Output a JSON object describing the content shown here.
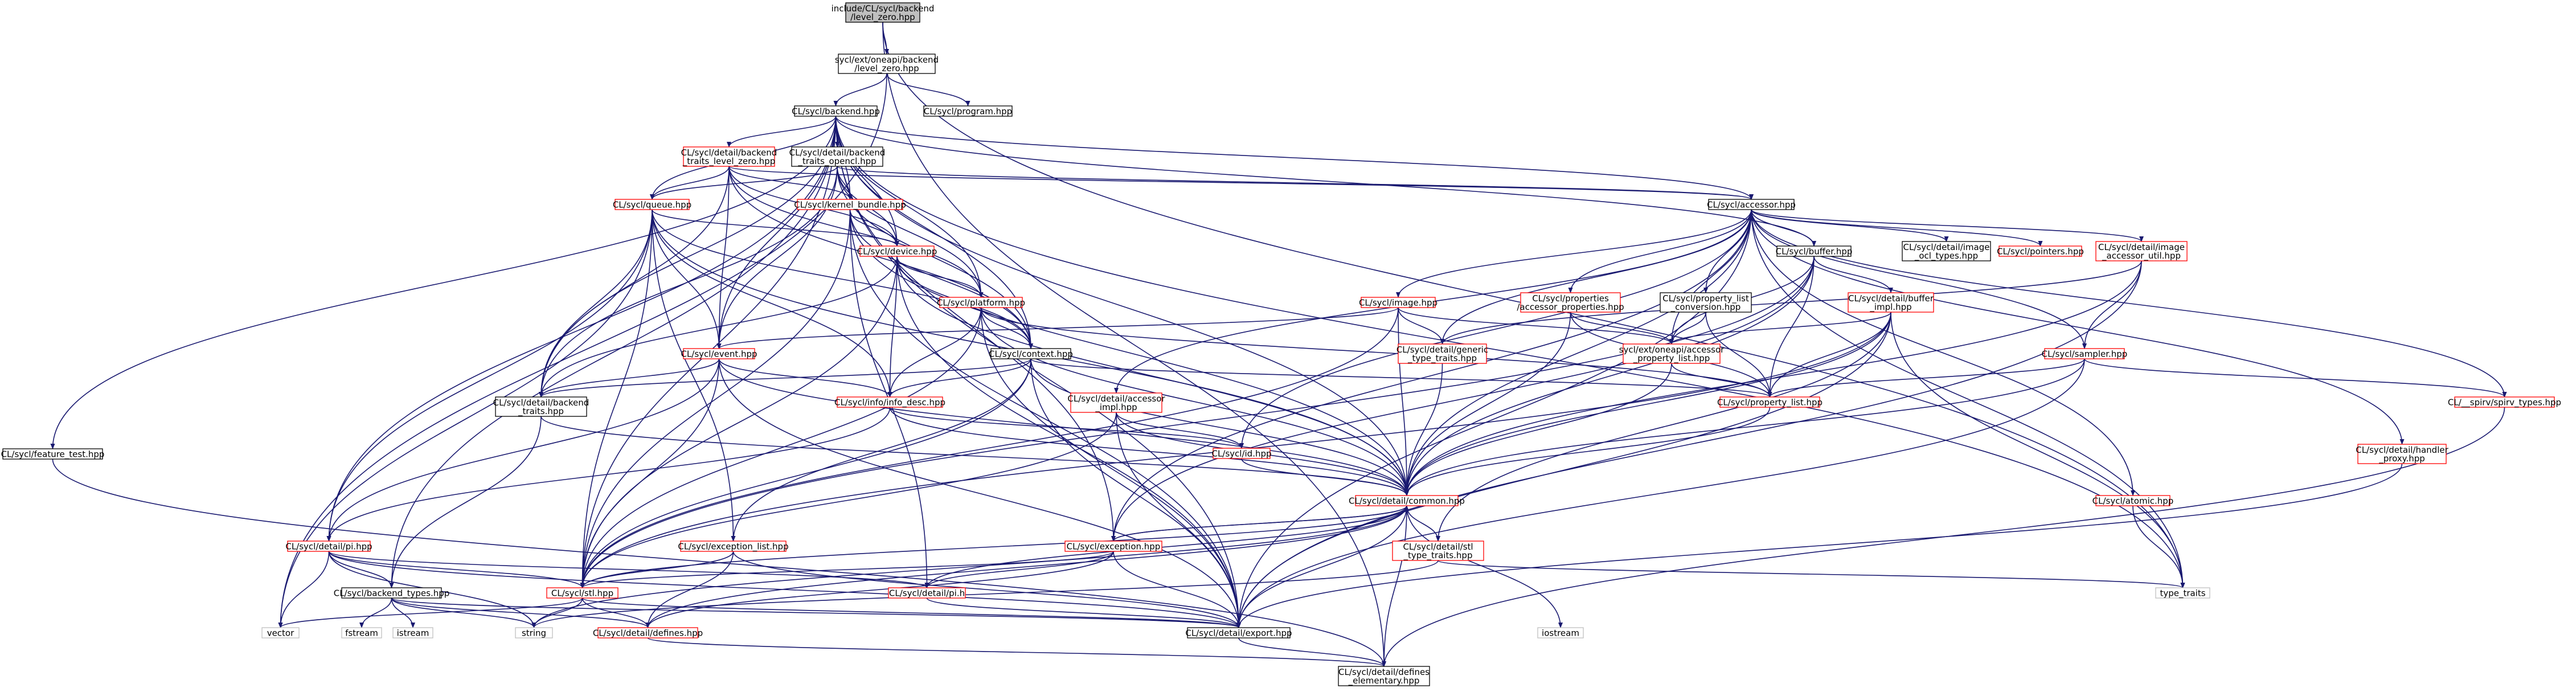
{
  "colors": {
    "edge": "#191970",
    "node_border_black": "#000000",
    "node_border_red": "#ff0000",
    "node_border_grey": "#bfbfbf",
    "node_fill": "#ffffff",
    "root_fill": "#bfbfbf",
    "text": "#000000"
  },
  "nodes": [
    {
      "id": "root",
      "style": "root",
      "lines": [
        "include/CL/sycl/backend",
        "/level_zero.hpp"
      ]
    },
    {
      "id": "ext_lz",
      "style": "black",
      "lines": [
        "sycl/ext/oneapi/backend",
        "/level_zero.hpp"
      ]
    },
    {
      "id": "backend",
      "style": "black",
      "lines": [
        "CL/sycl/backend.hpp"
      ]
    },
    {
      "id": "program",
      "style": "black",
      "lines": [
        "CL/sycl/program.hpp"
      ]
    },
    {
      "id": "bt_lz",
      "style": "red",
      "lines": [
        "CL/sycl/detail/backend",
        "_traits_level_zero.hpp"
      ]
    },
    {
      "id": "bt_ocl",
      "style": "black",
      "lines": [
        "CL/sycl/detail/backend",
        "_traits_opencl.hpp"
      ]
    },
    {
      "id": "queue",
      "style": "red",
      "lines": [
        "CL/sycl/queue.hpp"
      ]
    },
    {
      "id": "kernel_bundle",
      "style": "red",
      "lines": [
        "CL/sycl/kernel_bundle.hpp"
      ]
    },
    {
      "id": "accessor",
      "style": "black",
      "lines": [
        "CL/sycl/accessor.hpp"
      ]
    },
    {
      "id": "device",
      "style": "red",
      "lines": [
        "CL/sycl/device.hpp"
      ]
    },
    {
      "id": "buffer",
      "style": "black",
      "lines": [
        "CL/sycl/buffer.hpp"
      ]
    },
    {
      "id": "image_ocl",
      "style": "black",
      "lines": [
        "CL/sycl/detail/image",
        "_ocl_types.hpp"
      ]
    },
    {
      "id": "pointers",
      "style": "red",
      "lines": [
        "CL/sycl/pointers.hpp"
      ]
    },
    {
      "id": "img_acc_util",
      "style": "red",
      "lines": [
        "CL/sycl/detail/image",
        "_accessor_util.hpp"
      ]
    },
    {
      "id": "platform",
      "style": "red",
      "lines": [
        "CL/sycl/platform.hpp"
      ]
    },
    {
      "id": "image",
      "style": "red",
      "lines": [
        "CL/sycl/image.hpp"
      ]
    },
    {
      "id": "prop_acc",
      "style": "red",
      "lines": [
        "CL/sycl/properties",
        "/accessor_properties.hpp"
      ]
    },
    {
      "id": "plist_conv",
      "style": "black",
      "lines": [
        "CL/sycl/property_list",
        "_conversion.hpp"
      ]
    },
    {
      "id": "buffer_impl",
      "style": "red",
      "lines": [
        "CL/sycl/detail/buffer",
        "_impl.hpp"
      ]
    },
    {
      "id": "event",
      "style": "red",
      "lines": [
        "CL/sycl/event.hpp"
      ]
    },
    {
      "id": "context",
      "style": "black",
      "lines": [
        "CL/sycl/context.hpp"
      ]
    },
    {
      "id": "generic_tt",
      "style": "red",
      "lines": [
        "CL/sycl/detail/generic",
        "_type_traits.hpp"
      ]
    },
    {
      "id": "ext_acc_plist",
      "style": "red",
      "lines": [
        "sycl/ext/oneapi/accessor",
        "_property_list.hpp"
      ]
    },
    {
      "id": "sampler",
      "style": "red",
      "lines": [
        "CL/sycl/sampler.hpp"
      ]
    },
    {
      "id": "feature_test",
      "style": "black",
      "lines": [
        "CL/sycl/feature_test.hpp"
      ]
    },
    {
      "id": "backend_traits",
      "style": "black",
      "lines": [
        "CL/sycl/detail/backend",
        "_traits.hpp"
      ]
    },
    {
      "id": "info_desc",
      "style": "red",
      "lines": [
        "CL/sycl/info/info_desc.hpp"
      ]
    },
    {
      "id": "acc_impl",
      "style": "red",
      "lines": [
        "CL/sycl/detail/accessor",
        "_impl.hpp"
      ]
    },
    {
      "id": "property_list",
      "style": "red",
      "lines": [
        "CL/sycl/property_list.hpp"
      ]
    },
    {
      "id": "spirv_types",
      "style": "red",
      "lines": [
        "CL/__spirv/spirv_types.hpp"
      ]
    },
    {
      "id": "handler_proxy",
      "style": "red",
      "lines": [
        "CL/sycl/detail/handler",
        "_proxy.hpp"
      ]
    },
    {
      "id": "id",
      "style": "red",
      "lines": [
        "CL/sycl/id.hpp"
      ]
    },
    {
      "id": "common",
      "style": "red",
      "lines": [
        "CL/sycl/detail/common.hpp"
      ]
    },
    {
      "id": "atomic",
      "style": "red",
      "lines": [
        "CL/sycl/atomic.hpp"
      ]
    },
    {
      "id": "pi_hpp",
      "style": "red",
      "lines": [
        "CL/sycl/detail/pi.hpp"
      ]
    },
    {
      "id": "exception",
      "style": "red",
      "lines": [
        "CL/sycl/exception.hpp"
      ]
    },
    {
      "id": "exc_list",
      "style": "red",
      "lines": [
        "CL/sycl/exception_list.hpp"
      ]
    },
    {
      "id": "stl_tt",
      "style": "red",
      "lines": [
        "CL/sycl/detail/stl",
        "_type_traits.hpp"
      ]
    },
    {
      "id": "backend_types",
      "style": "black",
      "lines": [
        "CL/sycl/backend_types.hpp"
      ]
    },
    {
      "id": "stl",
      "style": "red",
      "lines": [
        "CL/sycl/stl.hpp"
      ]
    },
    {
      "id": "pi_h",
      "style": "red",
      "lines": [
        "CL/sycl/detail/pi.h"
      ]
    },
    {
      "id": "type_traits",
      "style": "grey",
      "lines": [
        "type_traits"
      ]
    },
    {
      "id": "vector",
      "style": "grey",
      "lines": [
        "vector"
      ]
    },
    {
      "id": "fstream",
      "style": "grey",
      "lines": [
        "fstream"
      ]
    },
    {
      "id": "istream",
      "style": "grey",
      "lines": [
        "istream"
      ]
    },
    {
      "id": "string",
      "style": "grey",
      "lines": [
        "string"
      ]
    },
    {
      "id": "defines",
      "style": "red",
      "lines": [
        "CL/sycl/detail/defines.hpp"
      ]
    },
    {
      "id": "export",
      "style": "black",
      "lines": [
        "CL/sycl/detail/export.hpp"
      ]
    },
    {
      "id": "iostream",
      "style": "grey",
      "lines": [
        "iostream"
      ]
    },
    {
      "id": "defines_elem",
      "style": "black",
      "lines": [
        "CL/sycl/detail/defines",
        "_elementary.hpp"
      ]
    }
  ],
  "edges": [
    [
      "root",
      "ext_lz"
    ],
    [
      "root",
      "defines_elem"
    ],
    [
      "root",
      "type_traits"
    ],
    [
      "ext_lz",
      "backend"
    ],
    [
      "ext_lz",
      "program"
    ],
    [
      "ext_lz",
      "vector"
    ],
    [
      "backend",
      "bt_lz"
    ],
    [
      "backend",
      "bt_ocl"
    ],
    [
      "backend",
      "queue"
    ],
    [
      "backend",
      "kernel_bundle"
    ],
    [
      "backend",
      "accessor"
    ],
    [
      "backend",
      "device"
    ],
    [
      "backend",
      "buffer"
    ],
    [
      "backend",
      "platform"
    ],
    [
      "backend",
      "event"
    ],
    [
      "backend",
      "context"
    ],
    [
      "backend",
      "feature_test"
    ],
    [
      "backend",
      "backend_traits"
    ],
    [
      "backend",
      "common"
    ],
    [
      "backend",
      "pi_hpp"
    ],
    [
      "backend",
      "exception"
    ],
    [
      "backend",
      "backend_types"
    ],
    [
      "backend",
      "export"
    ],
    [
      "backend",
      "type_traits"
    ],
    [
      "backend",
      "stl"
    ],
    [
      "bt_lz",
      "queue"
    ],
    [
      "bt_lz",
      "kernel_bundle"
    ],
    [
      "bt_lz",
      "device"
    ],
    [
      "bt_lz",
      "context"
    ],
    [
      "bt_lz",
      "event"
    ],
    [
      "bt_lz",
      "backend_traits"
    ],
    [
      "bt_lz",
      "platform"
    ],
    [
      "bt_lz",
      "accessor"
    ],
    [
      "bt_ocl",
      "queue"
    ],
    [
      "bt_ocl",
      "kernel_bundle"
    ],
    [
      "bt_ocl",
      "device"
    ],
    [
      "bt_ocl",
      "context"
    ],
    [
      "bt_ocl",
      "event"
    ],
    [
      "bt_ocl",
      "backend_traits"
    ],
    [
      "bt_ocl",
      "platform"
    ],
    [
      "bt_ocl",
      "accessor"
    ],
    [
      "queue",
      "device"
    ],
    [
      "queue",
      "event"
    ],
    [
      "queue",
      "context"
    ],
    [
      "queue",
      "info_desc"
    ],
    [
      "queue",
      "backend_traits"
    ],
    [
      "queue",
      "exc_list"
    ],
    [
      "queue",
      "stl"
    ],
    [
      "queue",
      "common"
    ],
    [
      "queue",
      "pi_hpp"
    ],
    [
      "queue",
      "vector"
    ],
    [
      "kernel_bundle",
      "device"
    ],
    [
      "kernel_bundle",
      "context"
    ],
    [
      "kernel_bundle",
      "common"
    ],
    [
      "kernel_bundle",
      "stl"
    ],
    [
      "kernel_bundle",
      "pi_h"
    ],
    [
      "kernel_bundle",
      "export"
    ],
    [
      "accessor",
      "buffer"
    ],
    [
      "accessor",
      "image_ocl"
    ],
    [
      "accessor",
      "pointers"
    ],
    [
      "accessor",
      "img_acc_util"
    ],
    [
      "accessor",
      "image"
    ],
    [
      "accessor",
      "prop_acc"
    ],
    [
      "accessor",
      "plist_conv"
    ],
    [
      "accessor",
      "ext_acc_plist"
    ],
    [
      "accessor",
      "sampler"
    ],
    [
      "accessor",
      "acc_impl"
    ],
    [
      "accessor",
      "generic_tt"
    ],
    [
      "accessor",
      "id"
    ],
    [
      "accessor",
      "common"
    ],
    [
      "accessor",
      "atomic"
    ],
    [
      "accessor",
      "exception"
    ],
    [
      "accessor",
      "spirv_types"
    ],
    [
      "accessor",
      "handler_proxy"
    ],
    [
      "accessor",
      "export"
    ],
    [
      "accessor",
      "type_traits"
    ],
    [
      "device",
      "platform"
    ],
    [
      "device",
      "context"
    ],
    [
      "device",
      "backend_traits"
    ],
    [
      "device",
      "info_desc"
    ],
    [
      "device",
      "common"
    ],
    [
      "device",
      "stl"
    ],
    [
      "device",
      "export"
    ],
    [
      "buffer",
      "buffer_impl"
    ],
    [
      "buffer",
      "ext_acc_plist"
    ],
    [
      "buffer",
      "property_list"
    ],
    [
      "buffer",
      "stl"
    ],
    [
      "buffer",
      "common"
    ],
    [
      "buffer",
      "exception"
    ],
    [
      "img_acc_util",
      "sampler"
    ],
    [
      "img_acc_util",
      "generic_tt"
    ],
    [
      "img_acc_util",
      "common"
    ],
    [
      "img_acc_util",
      "export"
    ],
    [
      "platform",
      "context"
    ],
    [
      "platform",
      "info_desc"
    ],
    [
      "platform",
      "common"
    ],
    [
      "platform",
      "stl"
    ],
    [
      "platform",
      "property_list"
    ],
    [
      "platform",
      "export"
    ],
    [
      "image",
      "event"
    ],
    [
      "image",
      "generic_tt"
    ],
    [
      "image",
      "ext_acc_plist"
    ],
    [
      "image",
      "common"
    ],
    [
      "image",
      "stl"
    ],
    [
      "prop_acc",
      "ext_acc_plist"
    ],
    [
      "prop_acc",
      "property_list"
    ],
    [
      "prop_acc",
      "common"
    ],
    [
      "plist_conv",
      "ext_acc_plist"
    ],
    [
      "plist_conv",
      "property_list"
    ],
    [
      "buffer_impl",
      "ext_acc_plist"
    ],
    [
      "buffer_impl",
      "property_list"
    ],
    [
      "buffer_impl",
      "common"
    ],
    [
      "buffer_impl",
      "stl"
    ],
    [
      "buffer_impl",
      "export"
    ],
    [
      "buffer_impl",
      "stl_tt"
    ],
    [
      "buffer_impl",
      "type_traits"
    ],
    [
      "event",
      "backend_traits"
    ],
    [
      "event",
      "info_desc"
    ],
    [
      "event",
      "common"
    ],
    [
      "event",
      "stl"
    ],
    [
      "event",
      "pi_hpp"
    ],
    [
      "event",
      "export"
    ],
    [
      "context",
      "backend_traits"
    ],
    [
      "context",
      "info_desc"
    ],
    [
      "context",
      "common"
    ],
    [
      "context",
      "stl"
    ],
    [
      "context",
      "exc_list"
    ],
    [
      "context",
      "property_list"
    ],
    [
      "context",
      "export"
    ],
    [
      "generic_tt",
      "common"
    ],
    [
      "ext_acc_plist",
      "property_list"
    ],
    [
      "ext_acc_plist",
      "common"
    ],
    [
      "sampler",
      "property_list"
    ],
    [
      "sampler",
      "common"
    ],
    [
      "sampler",
      "spirv_types"
    ],
    [
      "sampler",
      "export"
    ],
    [
      "feature_test",
      "defines_elem"
    ],
    [
      "backend_traits",
      "common"
    ],
    [
      "backend_traits",
      "backend_types"
    ],
    [
      "info_desc",
      "common"
    ],
    [
      "info_desc",
      "id"
    ],
    [
      "info_desc",
      "pi_hpp"
    ],
    [
      "acc_impl",
      "id"
    ],
    [
      "acc_impl",
      "common"
    ],
    [
      "acc_impl",
      "export"
    ],
    [
      "acc_impl",
      "stl"
    ],
    [
      "property_list",
      "common"
    ],
    [
      "spirv_types",
      "defines_elem"
    ],
    [
      "handler_proxy",
      "export"
    ],
    [
      "id",
      "common"
    ],
    [
      "common",
      "exception"
    ],
    [
      "common",
      "stl_tt"
    ],
    [
      "common",
      "pi_h"
    ],
    [
      "common",
      "export"
    ],
    [
      "common",
      "defines"
    ],
    [
      "common",
      "defines_elem"
    ],
    [
      "common",
      "iostream"
    ],
    [
      "common",
      "string"
    ],
    [
      "common",
      "stl"
    ],
    [
      "atomic",
      "type_traits"
    ],
    [
      "pi_hpp",
      "backend_types"
    ],
    [
      "pi_hpp",
      "pi_h"
    ],
    [
      "pi_hpp",
      "export"
    ],
    [
      "pi_hpp",
      "stl"
    ],
    [
      "pi_hpp",
      "vector"
    ],
    [
      "pi_hpp",
      "string"
    ],
    [
      "exception",
      "common"
    ],
    [
      "exception",
      "pi_h"
    ],
    [
      "exception",
      "export"
    ],
    [
      "exception",
      "stl"
    ],
    [
      "exception",
      "defines"
    ],
    [
      "exc_list",
      "stl"
    ],
    [
      "exc_list",
      "export"
    ],
    [
      "exc_list",
      "defines"
    ],
    [
      "stl_tt",
      "type_traits"
    ],
    [
      "stl_tt",
      "string"
    ],
    [
      "backend_types",
      "fstream"
    ],
    [
      "backend_types",
      "istream"
    ],
    [
      "backend_types",
      "string"
    ],
    [
      "backend_types",
      "export"
    ],
    [
      "backend_types",
      "defines"
    ],
    [
      "stl",
      "vector"
    ],
    [
      "stl",
      "string"
    ],
    [
      "stl",
      "defines"
    ],
    [
      "stl",
      "export"
    ],
    [
      "pi_h",
      "export"
    ],
    [
      "defines",
      "defines_elem"
    ],
    [
      "export",
      "defines_elem"
    ]
  ]
}
